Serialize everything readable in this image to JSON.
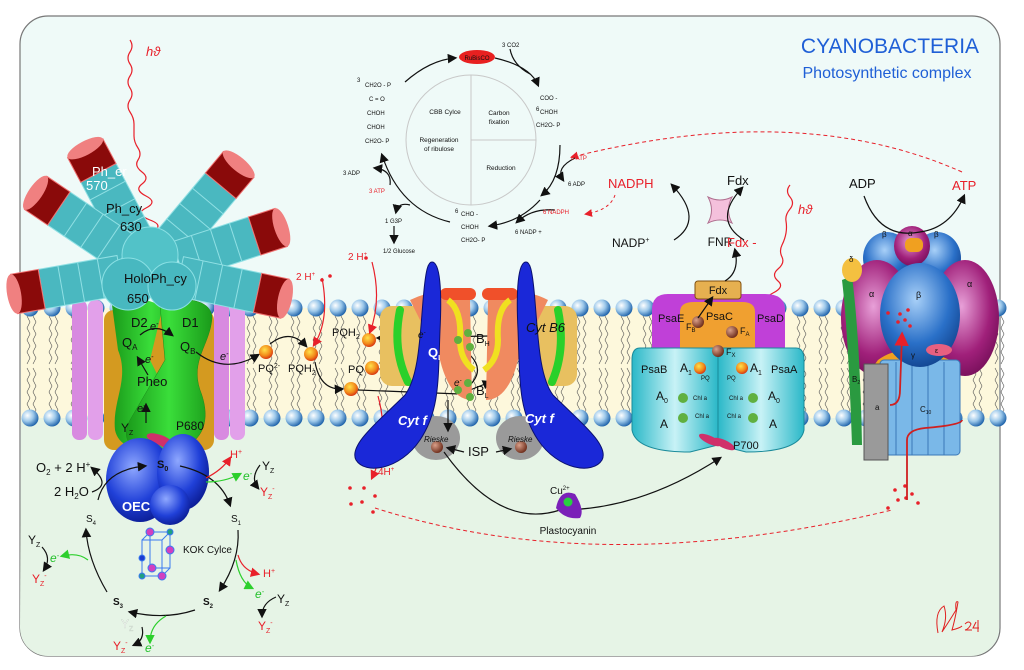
{
  "title": {
    "main": "CYANOBACTERIA",
    "sub": "Photosynthetic complex"
  },
  "light": {
    "label": "hϑ"
  },
  "phycobilisome": {
    "ph_er": "Ph_er",
    "ph_er_nm": "570",
    "ph_cy": "Ph_cy",
    "ph_cy_nm": "630",
    "holo": "HoloPh_cy",
    "holo_nm": "650"
  },
  "psii": {
    "d1": "D1",
    "d2": "D2",
    "q": "Q",
    "qa_sub": "A",
    "qb_sub": "B",
    "pheo": "Pheo",
    "y": "Y",
    "z_sub": "Z",
    "minus": "-",
    "p680": "P680",
    "oec": "OEC",
    "s": "S",
    "s0_sub": "0",
    "e": "e",
    "e_sup": "-"
  },
  "water": {
    "o": "O",
    "two": "2",
    "o2_rest": " + 2 H",
    "plus": "+",
    "h2o_pre": "2 H",
    "h2o_rest": "O"
  },
  "kok": {
    "label": "KOK Cylce",
    "s1": "1",
    "s2": "2",
    "s3": "3",
    "s4": "4",
    "h_plus": "H",
    "plus": "+"
  },
  "plastoquinone": {
    "pq": "PQ",
    "pq_sup": "2-",
    "pqh": "PQH",
    "sub2": "2"
  },
  "protons": {
    "two_h": "2 H",
    "plus": "+",
    "four_h": "4H"
  },
  "cytb6f": {
    "cyt_b6": "Cyt B6",
    "cyt_f": "Cyt f",
    "q": "Q",
    "qi_sub": "I",
    "b": "B",
    "bh_sub": "H",
    "bl_sub": "L",
    "rieske": "Rieske",
    "isp": "ISP"
  },
  "plastocyanin": {
    "cu": "Cu",
    "cu_sup": "2+",
    "label": "Plastocyanin"
  },
  "psi": {
    "psae": "PsaE",
    "psac": "PsaC",
    "psad": "PsaD",
    "psab": "PsaB",
    "psaa": "PsaA",
    "fdx": "Fdx",
    "f": "F",
    "fb_sub": "B",
    "fa_sub": "A",
    "fx_sub": "X",
    "a": "A",
    "a1_sub": "1",
    "a0_sub": "0",
    "chla": "Chl a",
    "pq": "PQ",
    "p700": "P700"
  },
  "fnr": {
    "nadph": "NADPH",
    "nadp": "NADP",
    "plus": "+",
    "fnr": "FNR",
    "fdx": "Fdx",
    "fdx_red": "Fdx -"
  },
  "atp_synthase": {
    "adp": "ADP",
    "atp": "ATP",
    "alpha": "α",
    "beta": "β",
    "delta": "δ",
    "gamma": "γ",
    "epsilon": "ε",
    "b": "B",
    "b_sub": "2",
    "a": "a",
    "c": "C",
    "c_sub": "10"
  },
  "cbb": {
    "label": "CBB Cylce",
    "carbon": "Carbon",
    "fixation": "fixation",
    "reduction": "Reduction",
    "regen1": "Regeneration",
    "regen2": "of ribulose",
    "rubisco": "RuBisCO",
    "co2": "3 CO2",
    "atp6": "6 ATP",
    "adp6": "6 ADP",
    "nadph6": "6 NADPH",
    "nadp6": "6 NADP +",
    "atp3": "3 ATP",
    "adp3": "3 ADP",
    "g3p": "1 G3P",
    "glucose": "1/2 Glucose",
    "pga": {
      "coef": "6",
      "lines": [
        "COO -",
        "CHOH",
        "CH2O- P"
      ]
    },
    "bpg": {
      "coef": "6",
      "lines": [
        "CHO -",
        "CHOH",
        "CH2O- P"
      ]
    },
    "rubp": {
      "coef": "3",
      "lines": [
        "CH2O - P",
        "C = O",
        "CHOH",
        "CHOH",
        "CH2O- P"
      ]
    }
  },
  "signature": "Ad24",
  "colors": {
    "title": "#1f5fd6",
    "red_label": "#e8202a",
    "green_label": "#22c02a",
    "membrane": "#fdf8dc",
    "stroma": "#effaf8",
    "lumen": "#e6f4e6"
  }
}
